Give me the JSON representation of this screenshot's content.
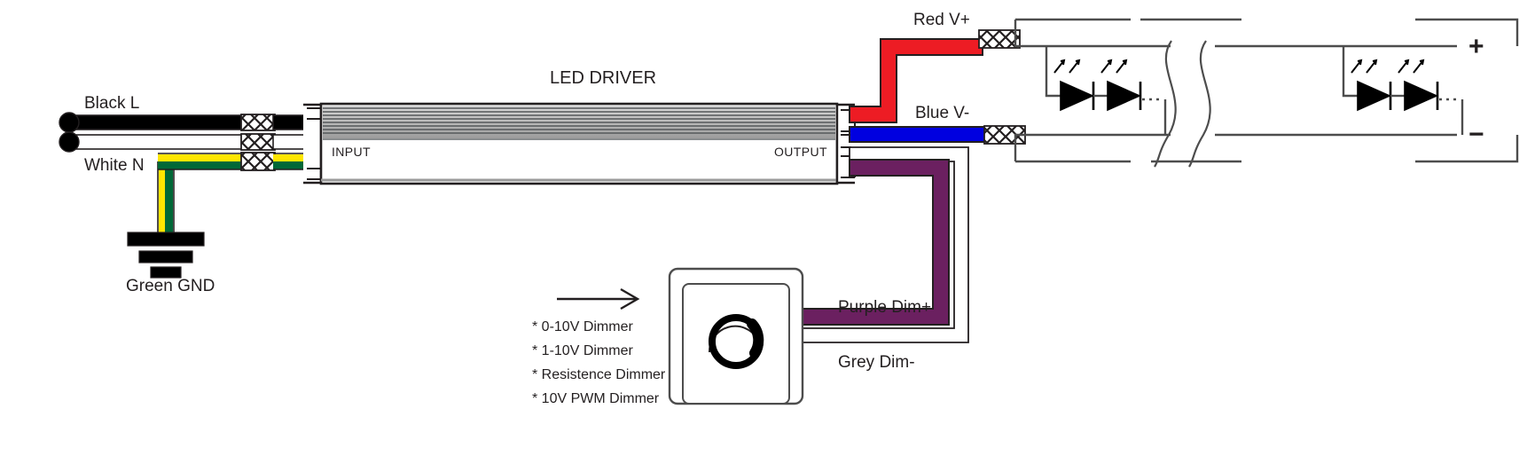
{
  "diagram": {
    "title": "LED DRIVER",
    "driver": {
      "input_label": "INPUT",
      "output_label": "OUTPUT"
    },
    "input_wires": [
      {
        "name": "black-live",
        "label": "Black L",
        "color": "#000000"
      },
      {
        "name": "white-neutral",
        "label": "White N",
        "color": "#ffffff"
      },
      {
        "name": "green-ground",
        "label": "Green GND",
        "color": "#006837",
        "stripe": "#ffe600"
      }
    ],
    "output_wires": [
      {
        "name": "red-vplus",
        "label": "Red V+",
        "color": "#ed1c24"
      },
      {
        "name": "blue-vminus",
        "label": "Blue V-",
        "color": "#0000e0"
      },
      {
        "name": "purple-dimplus",
        "label": "Purple Dim+",
        "color": "#6b2060"
      },
      {
        "name": "grey-dimminus",
        "label": "Grey Dim-",
        "color": "#ffffff"
      }
    ],
    "dimmer": {
      "arrow": "→",
      "options": [
        "* 0-10V Dimmer",
        "* 1-10V Dimmer",
        "* Resistence Dimmer",
        "* 10V PWM Dimmer"
      ]
    },
    "led_array": {
      "terminal_plus": "+",
      "terminal_minus": "−",
      "strings": 2,
      "leds_per_string": 2,
      "continuation": "⋯"
    },
    "colors": {
      "red": "#ed1c24",
      "blue": "#0000e0",
      "purple": "#6b2060",
      "green": "#006837",
      "yellow": "#ffe600",
      "black": "#000000",
      "grey_body": "#b3b3b3",
      "outline": "#231f20"
    }
  }
}
